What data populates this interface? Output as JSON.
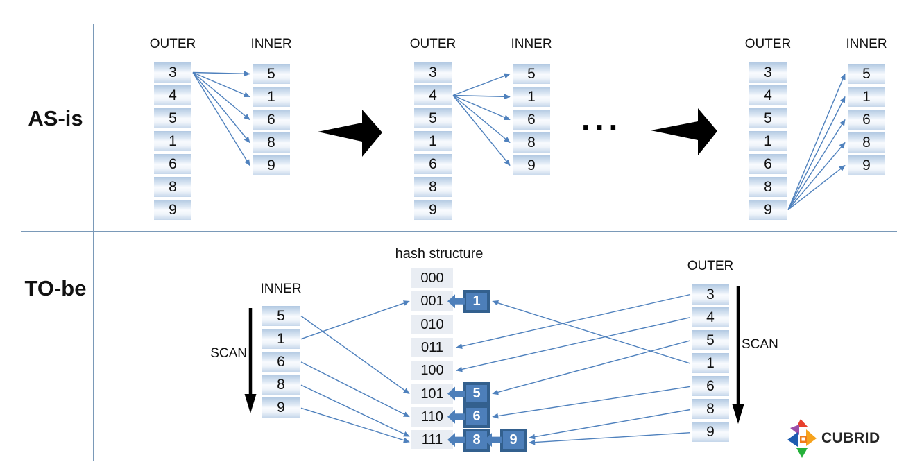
{
  "sections": {
    "as_is_label": "AS-is",
    "to_be_label": "TO-be"
  },
  "columns": {
    "outer_label": "OUTER",
    "inner_label": "INNER",
    "outer_values": [
      "3",
      "4",
      "5",
      "1",
      "6",
      "8",
      "9"
    ],
    "inner_values": [
      "5",
      "1",
      "6",
      "8",
      "9"
    ]
  },
  "as_is": {
    "description": "nested loop join: each outer row probes every inner row",
    "probe_indices": [
      0,
      1,
      6
    ],
    "ellipsis": "..."
  },
  "to_be": {
    "description": "hash join: inner rows build hash structure, outer rows probe it",
    "scan_label": "SCAN",
    "hash_title": "hash structure",
    "buckets": [
      "000",
      "001",
      "010",
      "011",
      "100",
      "101",
      "110",
      "111"
    ],
    "chains": {
      "001": [
        "1"
      ],
      "101": [
        "5"
      ],
      "110": [
        "6"
      ],
      "111": [
        "8",
        "9"
      ]
    },
    "inner_links": [
      {
        "from": "5",
        "to": "101"
      },
      {
        "from": "1",
        "to": "001"
      },
      {
        "from": "6",
        "to": "110"
      },
      {
        "from": "8",
        "to": "111"
      },
      {
        "from": "9",
        "to": "111"
      }
    ],
    "outer_links": [
      {
        "from": "3",
        "to": "011"
      },
      {
        "from": "4",
        "to": "100"
      },
      {
        "from": "5",
        "to": "101"
      },
      {
        "from": "1",
        "to": "001"
      },
      {
        "from": "6",
        "to": "110"
      },
      {
        "from": "8",
        "to": "111"
      },
      {
        "from": "9",
        "to": "111"
      }
    ]
  },
  "logo": {
    "text": "CUBRID"
  },
  "colors": {
    "thin_arrow": "#4f81bd",
    "divider": "#7a99b8",
    "chain_fill": "#4d7fba",
    "chain_border": "#33608e",
    "hash_cell_bg": "#e9edf3",
    "black_arrow": "#000000"
  }
}
